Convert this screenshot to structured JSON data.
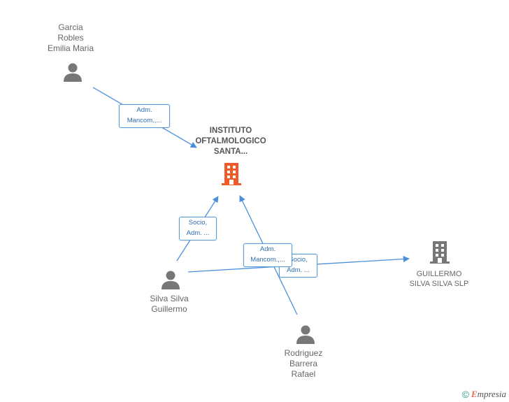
{
  "nodes": {
    "garcia": {
      "name": "Garcia\nRobles\nEmilia Maria",
      "icon": "person-icon"
    },
    "instituto": {
      "name": "INSTITUTO\nOFTALMOLOGICO\nSANTA...",
      "icon": "building-icon",
      "color": "#f05a28"
    },
    "silva_person": {
      "name": "Silva Silva\nGuillermo",
      "icon": "person-icon"
    },
    "rodriguez": {
      "name": "Rodriguez\nBarrera\nRafael",
      "icon": "person-icon"
    },
    "guillermo_slp": {
      "name": "GUILLERMO\nSILVA SILVA SLP",
      "icon": "building-icon",
      "color": "#777777"
    }
  },
  "edges": [
    {
      "label": "Adm.\nMancom.,..."
    },
    {
      "label": "Socio,\nAdm. ..."
    },
    {
      "label": "Adm.\nMancom.,..."
    },
    {
      "label": "Socio,\nAdm. ..."
    }
  ],
  "colors": {
    "edge": "#4a8fdc",
    "person": "#777777"
  },
  "watermark": {
    "symbol": "©",
    "brand_initial": "E",
    "brand_rest": "mpresia"
  }
}
